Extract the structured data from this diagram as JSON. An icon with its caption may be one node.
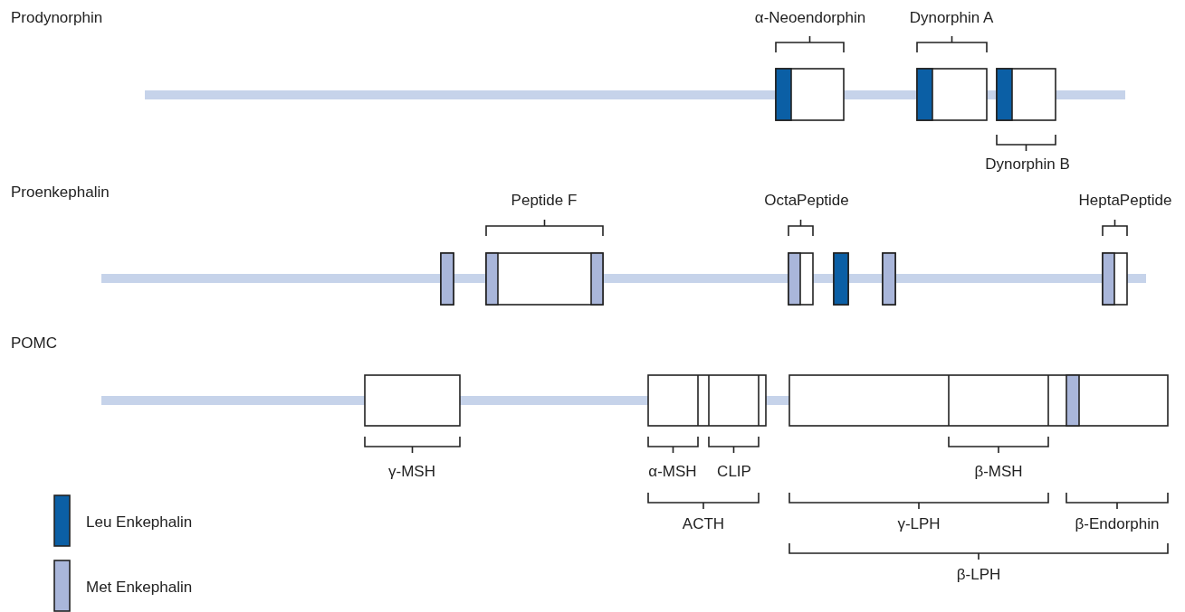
{
  "diagram": {
    "labels": [
      "Prodynorphin",
      "α-Neoendorphin",
      "Dynorphin A",
      "Dynorphin B",
      "Proenkephalin",
      "Peptide F",
      "OctaPeptide",
      "HeptaPeptide",
      "POMC",
      "γ-MSH",
      "α-MSH",
      "CLIP",
      "β-MSH",
      "ACTH",
      "γ-LPH",
      "β-Endorphin",
      "β-LPH"
    ],
    "legend": [
      {
        "text": "Leu Enkephalin",
        "color": "#0b5fa5"
      },
      {
        "text": "Met Enkephalin",
        "color": "#a9b6da"
      }
    ]
  }
}
